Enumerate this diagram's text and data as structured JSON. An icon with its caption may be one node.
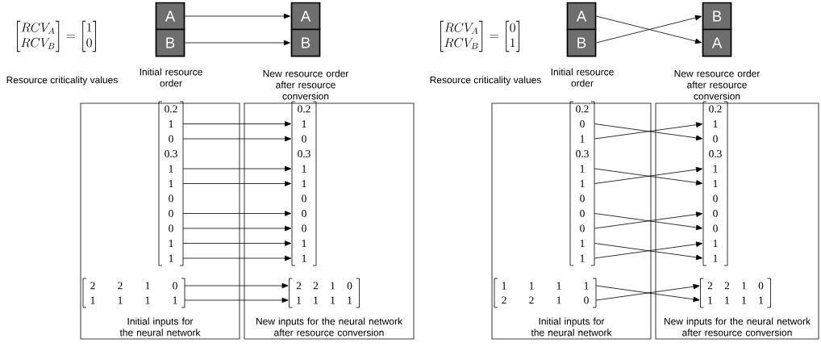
{
  "diagram": {
    "nodes": [
      {
        "text": [
          "A"
        ]
      },
      {
        "text": [
          "B"
        ]
      },
      {
        "text": [
          "A"
        ]
      },
      {
        "text": [
          "B"
        ]
      },
      {
        "text": [
          "Initial inputs for the neural network"
        ]
      },
      {
        "text": [
          "0.2"
        ],
        "in": 4
      },
      {
        "text": [
          "1"
        ],
        "in": 4
      },
      {
        "text": [
          "0"
        ],
        "in": 4
      },
      {
        "text": [
          "0.3"
        ],
        "in": 4
      },
      {
        "text": [
          "1"
        ],
        "in": 4
      },
      {
        "text": [
          "1"
        ],
        "in": 4
      },
      {
        "text": [
          "0"
        ],
        "in": 4
      },
      {
        "text": [
          "0"
        ],
        "in": 4
      },
      {
        "text": [
          "0"
        ],
        "in": 4
      },
      {
        "text": [
          "1"
        ],
        "in": 4
      },
      {
        "text": [
          "1"
        ],
        "in": 4
      },
      {
        "text": [
          "2",
          "2",
          "1",
          "0"
        ],
        "in": 4
      },
      {
        "text": [
          "1",
          "1",
          "1",
          "1"
        ],
        "in": 4
      },
      {
        "text": [
          "New inputs for the neural network after resource conversion"
        ]
      },
      {
        "text": [
          "0.2"
        ],
        "in": 18
      },
      {
        "text": [
          "1"
        ],
        "in": 18
      },
      {
        "text": [
          "0"
        ],
        "in": 18
      },
      {
        "text": [
          "0.3"
        ],
        "in": 18
      },
      {
        "text": [
          "1"
        ],
        "in": 18
      },
      {
        "text": [
          "1"
        ],
        "in": 18
      },
      {
        "text": [
          "0"
        ],
        "in": 18
      },
      {
        "text": [
          "0"
        ],
        "in": 18
      },
      {
        "text": [
          "0"
        ],
        "in": 18
      },
      {
        "text": [
          "1"
        ],
        "in": 18
      },
      {
        "text": [
          "1"
        ],
        "in": 18
      },
      {
        "text": [
          "2",
          "2",
          "1",
          "0"
        ],
        "in": 18
      },
      {
        "text": [
          "1",
          "1",
          "1",
          "1"
        ],
        "in": 18
      },
      {
        "text": [
          "A"
        ]
      },
      {
        "text": [
          "B"
        ]
      },
      {
        "text": [
          "B"
        ]
      },
      {
        "text": [
          "A"
        ]
      },
      {
        "text": [
          "Initial inputs for the neural network"
        ]
      },
      {
        "text": [
          "0.2"
        ],
        "in": 36
      },
      {
        "text": [
          "0"
        ],
        "in": 36
      },
      {
        "text": [
          "1"
        ],
        "in": 36
      },
      {
        "text": [
          "0.3"
        ],
        "in": 36
      },
      {
        "text": [
          "1"
        ],
        "in": 36
      },
      {
        "text": [
          "1"
        ],
        "in": 36
      },
      {
        "text": [
          "0"
        ],
        "in": 36
      },
      {
        "text": [
          "0"
        ],
        "in": 36
      },
      {
        "text": [
          "0"
        ],
        "in": 36
      },
      {
        "text": [
          "1"
        ],
        "in": 36
      },
      {
        "text": [
          "1"
        ],
        "in": 36
      },
      {
        "text": [
          "1",
          "1",
          "1",
          "1"
        ],
        "in": 36
      },
      {
        "text": [
          "2",
          "2",
          "1",
          "0"
        ],
        "in": 36
      },
      {
        "text": [
          "New inputs for the neural network after resource conversion"
        ]
      },
      {
        "text": [
          "0.2"
        ],
        "in": 50
      },
      {
        "text": [
          "1"
        ],
        "in": 50
      },
      {
        "text": [
          "0"
        ],
        "in": 50
      },
      {
        "text": [
          "0.3"
        ],
        "in": 50
      },
      {
        "text": [
          "1"
        ],
        "in": 50
      },
      {
        "text": [
          "1"
        ],
        "in": 50
      },
      {
        "text": [
          "0"
        ],
        "in": 50
      },
      {
        "text": [
          "0"
        ],
        "in": 50
      },
      {
        "text": [
          "0"
        ],
        "in": 50
      },
      {
        "text": [
          "1"
        ],
        "in": 50
      },
      {
        "text": [
          "1"
        ],
        "in": 50
      },
      {
        "text": [
          "2",
          "2",
          "1",
          "0"
        ],
        "in": 50
      },
      {
        "text": [
          "1",
          "1",
          "1",
          "1"
        ],
        "in": 50
      }
    ],
    "edges": [
      {
        "from": 0,
        "to": 2,
        "arrow": "to"
      },
      {
        "from": 1,
        "to": 3,
        "arrow": "to"
      },
      {
        "from": 6,
        "to": 20,
        "arrow": "to"
      },
      {
        "from": 7,
        "to": 21,
        "arrow": "to"
      },
      {
        "from": 9,
        "to": 23,
        "arrow": "to"
      },
      {
        "from": 10,
        "to": 24,
        "arrow": "to"
      },
      {
        "from": 12,
        "to": 26,
        "arrow": "to"
      },
      {
        "from": 13,
        "to": 27,
        "arrow": "to"
      },
      {
        "from": 14,
        "to": 28,
        "arrow": "to"
      },
      {
        "from": 15,
        "to": 29,
        "arrow": "to"
      },
      {
        "from": 16,
        "to": 30,
        "arrow": "to"
      },
      {
        "from": 17,
        "to": 31,
        "arrow": "to"
      },
      {
        "from": 32,
        "to": 35,
        "arrow": "to"
      },
      {
        "from": 33,
        "to": 34,
        "arrow": "to"
      },
      {
        "from": 38,
        "to": 53,
        "arrow": "to"
      },
      {
        "from": 39,
        "to": 52,
        "arrow": "to"
      },
      {
        "from": 41,
        "to": 56,
        "arrow": "to"
      },
      {
        "from": 42,
        "to": 55,
        "arrow": "to"
      },
      {
        "from": 44,
        "to": 59,
        "arrow": "to"
      },
      {
        "from": 45,
        "to": 58,
        "arrow": "to"
      },
      {
        "from": 46,
        "to": 61,
        "arrow": "to"
      },
      {
        "from": 47,
        "to": 60,
        "arrow": "to"
      },
      {
        "from": 48,
        "to": 63,
        "arrow": "to"
      },
      {
        "from": 49,
        "to": 62,
        "arrow": "to"
      }
    ],
    "labels": [
      "\\begin{bmatrix}RCV_A\\\\RCV_B\\end{bmatrix}=\\begin{bmatrix}1\\\\0\\end{bmatrix}",
      "Resource criticality values",
      "Initial resource order",
      "New resource order after resource conversion",
      "\\begin{bmatrix}RCV_A\\\\RCV_B\\end{bmatrix}=\\begin{bmatrix}0\\\\1\\end{bmatrix}",
      "Resource criticality values",
      "Initial resource order",
      "New resource order after resource conversion"
    ]
  }
}
